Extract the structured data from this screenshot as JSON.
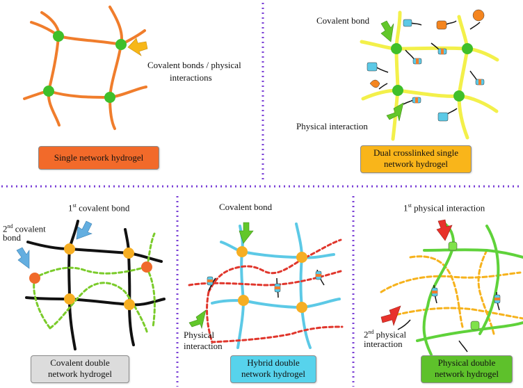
{
  "panels": {
    "single": {
      "annotation_line1": "Covalent bonds / physical",
      "annotation_line2": "interactions",
      "caption": "Single network hydrogel",
      "caption_color": "#f26a2a"
    },
    "dual": {
      "covalent_label": "Covalent bond",
      "physical_label": "Physical interaction",
      "caption_line1": "Dual crosslinked single",
      "caption_line2": "network hydrogel",
      "caption_color": "#f9b51a"
    },
    "covalent_double": {
      "first_ordinal": "1",
      "first_sup": "st",
      "first_rest": " covalent bond",
      "second_ordinal": "2",
      "second_sup": "nd",
      "second_rest": " covalent",
      "second_line2": "bond",
      "caption_line1": "Covalent double",
      "caption_line2": "network hydrogel",
      "caption_color": "#dcdcdc"
    },
    "hybrid_double": {
      "covalent_label": "Covalent bond",
      "physical_line1": "Physical",
      "physical_line2": "interaction",
      "caption_line1": "Hybrid double",
      "caption_line2": "network hydrogel",
      "caption_color": "#57d3ec"
    },
    "physical_double": {
      "first_ordinal": "1",
      "first_sup": "st",
      "first_rest": " physical interaction",
      "second_ordinal": "2",
      "second_sup": "nd",
      "second_rest": " physical",
      "second_line2": "interaction",
      "caption_line1": "Physical double",
      "caption_line2": "network hydrogel",
      "caption_color": "#5ec12b"
    }
  },
  "colors": {
    "orange_network": "#f07d2c",
    "yellow_network": "#f3f04a",
    "black_network": "#111111",
    "green_dashed": "#7acb2a",
    "cyan_network": "#5cc9e6",
    "red_dashed": "#e0362c",
    "green_network": "#5fd23a",
    "gold_dashed": "#f6b21c",
    "node_green": "#3fbf2a",
    "node_gold": "#f6ae23",
    "node_orange": "#f06a2a",
    "arrow_yellow": "#f7b718",
    "arrow_green": "#62c72a",
    "arrow_blue": "#63aee0",
    "arrow_red": "#e8322b",
    "divider": "#7a3fd6"
  }
}
